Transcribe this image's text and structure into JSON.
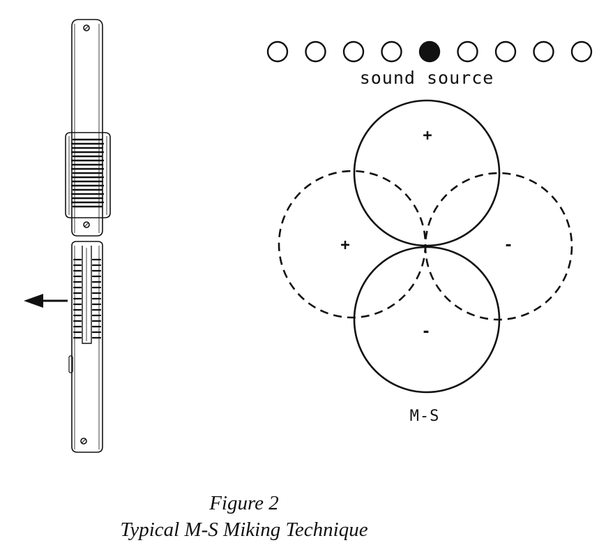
{
  "diagram": {
    "sound_source_label": "sound source",
    "pattern_label": "M-S",
    "polarity": {
      "mid_front": "+",
      "mid_rear": "-",
      "side_left": "+",
      "side_right": "-"
    },
    "sources": {
      "count": 9,
      "active_index": 4
    }
  },
  "caption": {
    "figure_number": "Figure 2",
    "title": "Typical M-S Miking Technique"
  }
}
